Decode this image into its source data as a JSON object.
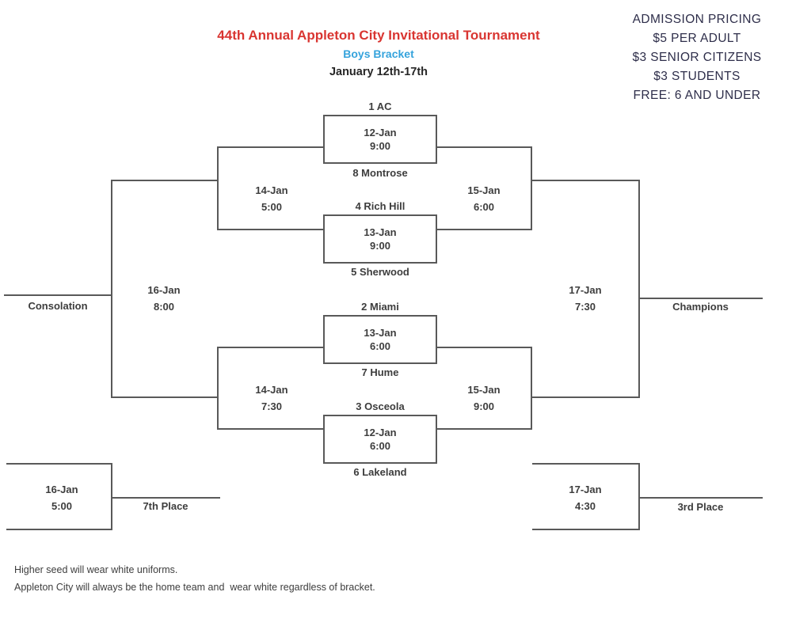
{
  "header": {
    "title": "44th Annual Appleton City Invitational Tournament",
    "subtitle": "Boys Bracket",
    "dates": "January 12th-17th"
  },
  "admission": {
    "lines": [
      "ADMISSION PRICING",
      "$5 PER ADULT",
      "$3 SENIOR CITIZENS",
      "$3 STUDENTS",
      "FREE: 6 AND UNDER"
    ]
  },
  "games": {
    "g1": {
      "top_team": "1 AC",
      "date": "12-Jan",
      "time": "9:00",
      "bottom_team": "8 Montrose"
    },
    "g2": {
      "top_team": "4 Rich Hill",
      "date": "13-Jan",
      "time": "9:00",
      "bottom_team": "5 Sherwood"
    },
    "g3": {
      "top_team": "2 Miami",
      "date": "13-Jan",
      "time": "6:00",
      "bottom_team": "7 Hume"
    },
    "g4": {
      "top_team": "3 Osceola",
      "date": "12-Jan",
      "time": "6:00",
      "bottom_team": "6 Lakeland"
    },
    "semi_left_top": {
      "date": "14-Jan",
      "time": "5:00"
    },
    "semi_right_top": {
      "date": "15-Jan",
      "time": "6:00"
    },
    "semi_left_bottom": {
      "date": "14-Jan",
      "time": "7:30"
    },
    "semi_right_bottom": {
      "date": "15-Jan",
      "time": "9:00"
    },
    "consolation_final": {
      "date": "16-Jan",
      "time": "8:00"
    },
    "championship": {
      "date": "17-Jan",
      "time": "7:30"
    },
    "seventh_place_game": {
      "date": "16-Jan",
      "time": "5:00"
    },
    "third_place_game": {
      "date": "17-Jan",
      "time": "4:30"
    }
  },
  "labels": {
    "consolation": "Consolation",
    "champions": "Champions",
    "seventh_place": "7th Place",
    "third_place": "3rd Place"
  },
  "footer": {
    "note1": "Higher seed will wear white uniforms.",
    "note2": "Appleton City will always be the home team and  wear white regardless of bracket."
  },
  "colors": {
    "title_red": "#d93531",
    "subtitle_blue": "#35a3dc",
    "admission_navy": "#2e2e4a",
    "line_gray": "#595959",
    "text_gray": "#3d3d3d",
    "heading_dark": "#262626"
  }
}
